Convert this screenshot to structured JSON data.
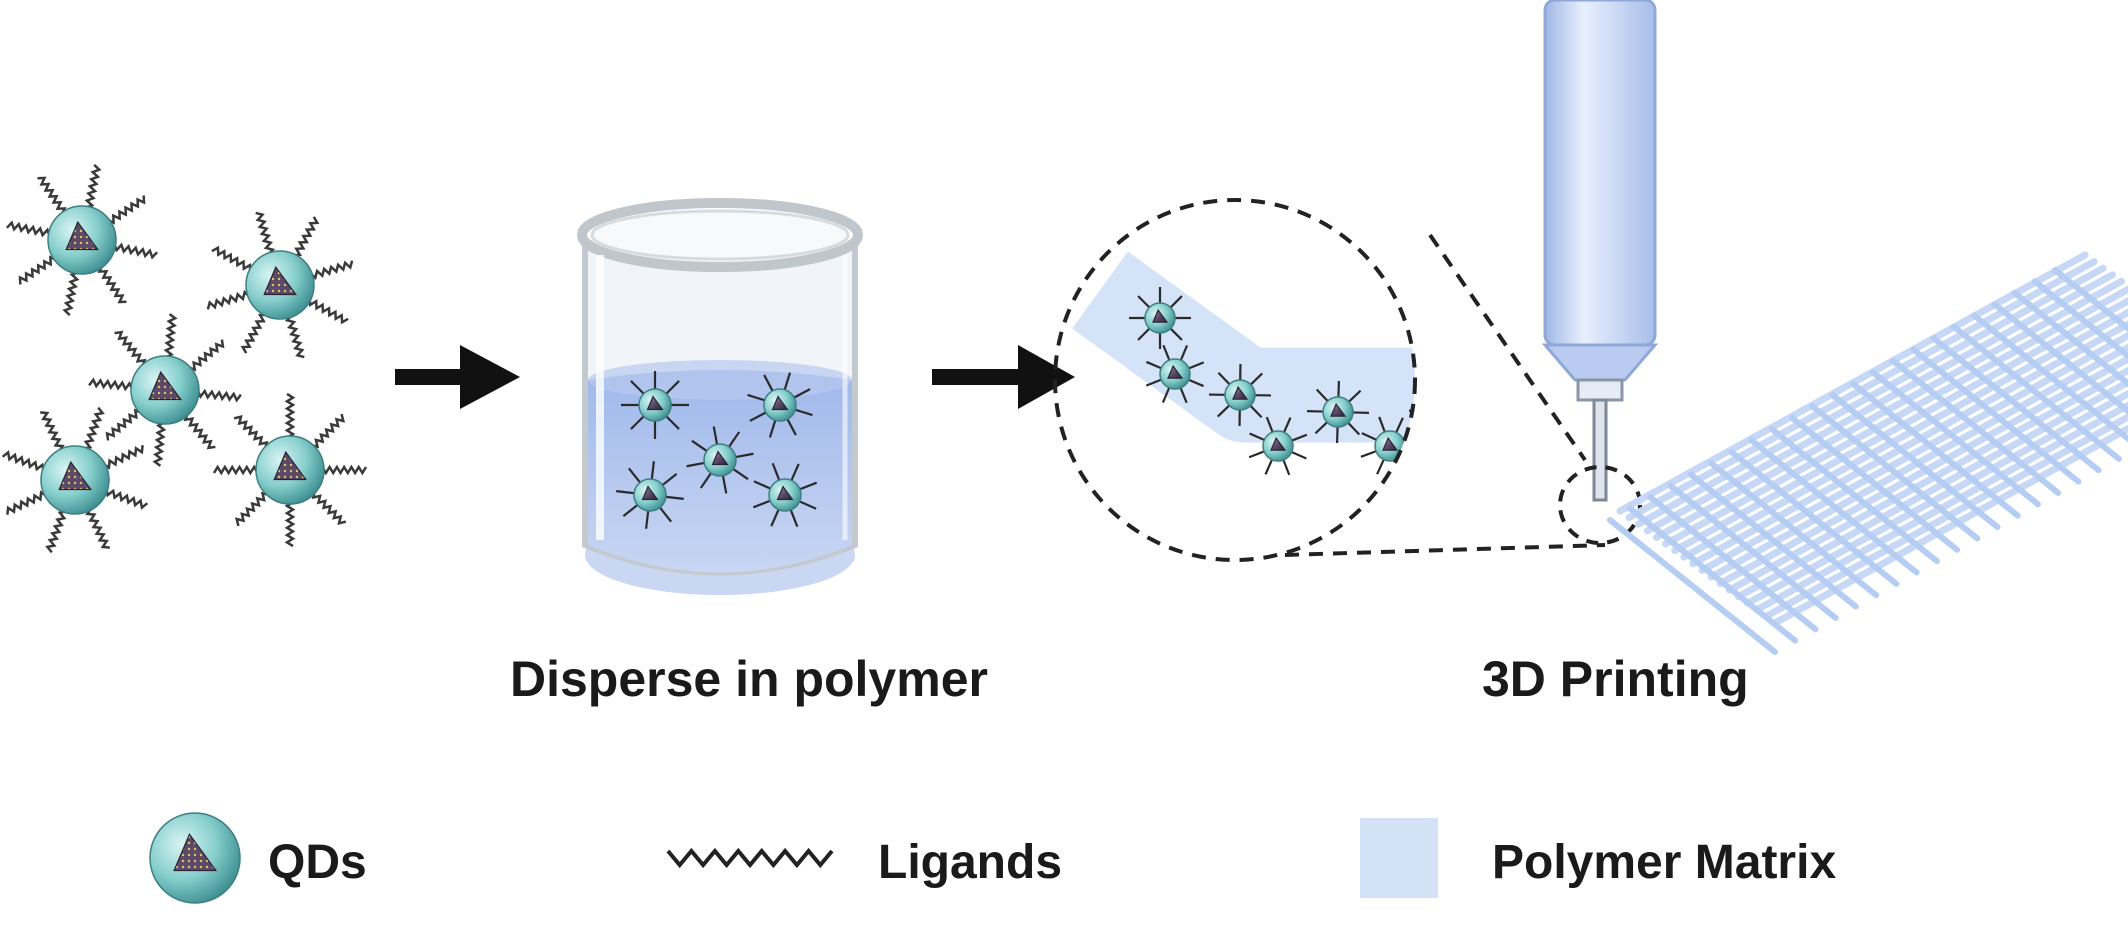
{
  "captions": {
    "disperse": "Disperse in polymer",
    "printing": "3D Printing"
  },
  "legend": {
    "qds": "QDs",
    "ligands": "Ligands",
    "polymer_matrix": "Polymer Matrix"
  },
  "colors": {
    "qd_shell": "#7fcfcf",
    "qd_core": "#6a5a7a",
    "polymer": "#cfe0f7",
    "polymer_dark": "#a9c4ee",
    "arrow": "#111111",
    "ligand": "#333333",
    "glass": "#d8dde2"
  },
  "icons": [
    "quantum-dot-icon",
    "ligand-icon",
    "polymer-swatch-icon",
    "beaker-icon",
    "syringe-icon",
    "printed-lattice-icon",
    "arrow-right-icon"
  ]
}
